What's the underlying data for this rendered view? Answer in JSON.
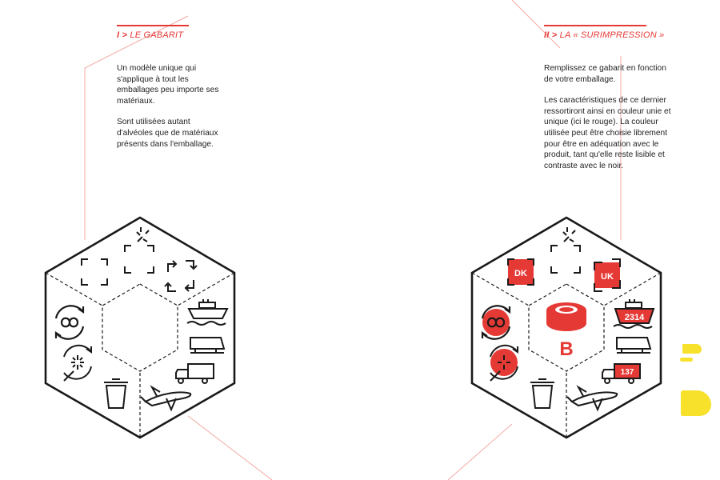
{
  "left": {
    "heading_marker": "I >",
    "heading_text": "LE GABARIT",
    "paragraphs": [
      "Un modèle unique qui s'applique à tout les emballages peu importe ses matériaux.",
      "Sont utilisées autant d'alvéoles que de matériaux présents dans l'emballage."
    ]
  },
  "right": {
    "heading_marker": "II >",
    "heading_text": "LA « SURIMPRESSION »",
    "paragraphs": [
      "Remplissez ce gabarit en fonction de votre emballage.",
      "Les caractéristiques de ce dernier ressortiront ainsi en couleur unie et unique (ici le rouge). La couleur utilisée peut être choisie librement pour être en adéquation avec le produit, tant qu'elle reste lisible et contraste avec le noir."
    ]
  },
  "badges": {
    "country_left": "DK",
    "country_right": "UK",
    "boat_number": "2314",
    "truck_number": "137",
    "center_letter": "B"
  },
  "colors": {
    "accent": "#e53935",
    "ink": "#1a1a1a",
    "highlight": "#f7e12a"
  },
  "icons": [
    "corner-frame-icon",
    "crosshair-frame-icon",
    "rotate-arrows-icon",
    "infinity-cycle-icon",
    "recycle-spark-icon",
    "trash-bin-icon",
    "ship-icon",
    "train-icon",
    "truck-icon",
    "airplane-icon",
    "tape-roll-icon"
  ]
}
